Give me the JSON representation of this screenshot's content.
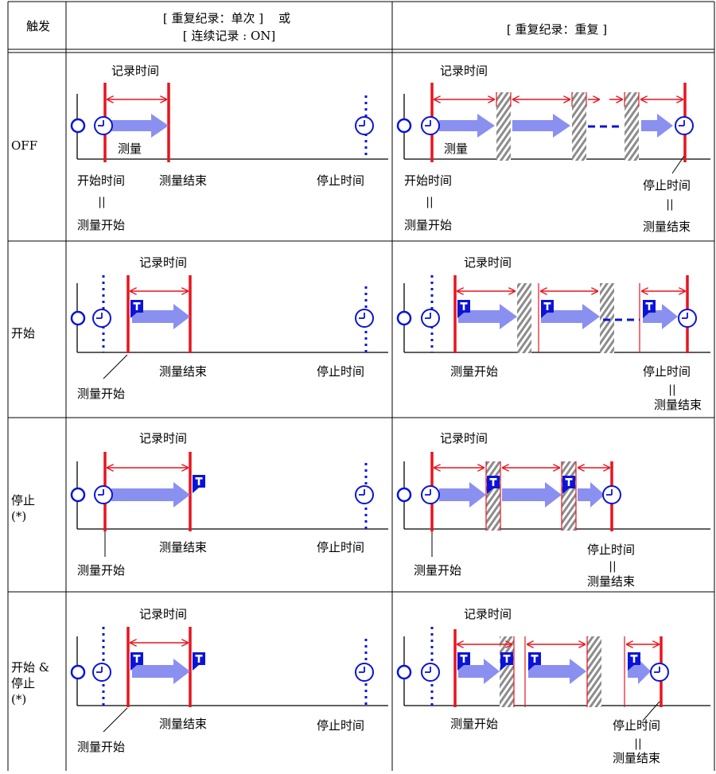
{
  "header": {
    "trigger": "触发",
    "col1_line1": "[ 重复纪录：单次 ]    或",
    "col1_line2": "[ 连续记录 : ON]",
    "col2": "[ 重复纪录：重复 ]"
  },
  "rows": [
    {
      "trigger_lines": [
        "OFF"
      ],
      "single": {
        "record_time": "记录时间",
        "measure": "测量",
        "start_time": "开始时间",
        "equals": "||",
        "measure_start": "测量开始",
        "measure_end": "测量结束",
        "stop_time": "停止时间"
      },
      "repeat": {
        "record_time": "记录时间",
        "measure": "测量",
        "start_time": "开始时间",
        "equals": "||",
        "measure_start": "测量开始",
        "stop_time": "停止时间",
        "equals2": "||",
        "measure_end": "测量结束"
      }
    },
    {
      "trigger_lines": [
        "开始"
      ],
      "single": {
        "record_time": "记录时间",
        "measure_end": "测量结束",
        "stop_time": "停止时间",
        "measure_start": "测量开始"
      },
      "repeat": {
        "record_time": "记录时间",
        "measure_start": "测量开始",
        "stop_time": "停止时间",
        "equals": "||",
        "measure_end": "测量结束"
      }
    },
    {
      "trigger_lines": [
        "停止",
        "(*)"
      ],
      "single": {
        "record_time": "记录时间",
        "measure_end": "测量结束",
        "stop_time": "停止时间",
        "measure_start": "测量开始"
      },
      "repeat": {
        "record_time": "记录时间",
        "measure_start": "测量开始",
        "stop_time": "停止时间",
        "equals": "||",
        "measure_end": "测量结束"
      }
    },
    {
      "trigger_lines": [
        "开始 &",
        "停止",
        "(*)"
      ],
      "single": {
        "record_time": "记录时间",
        "measure_end": "测量结束",
        "stop_time": "停止时间",
        "measure_start": "测量开始"
      },
      "repeat": {
        "record_time": "记录时间",
        "measure_start": "测量开始",
        "stop_time": "停止时间",
        "equals": "||",
        "measure_end": "测量结束"
      }
    }
  ],
  "trigger_symbol": "T",
  "colors": {
    "timeline_red": "#e8141e",
    "blue": "#0a14d8",
    "arrow_fill": "#8a90f0",
    "hatch": "#8c8c8c",
    "border": "#000000"
  }
}
